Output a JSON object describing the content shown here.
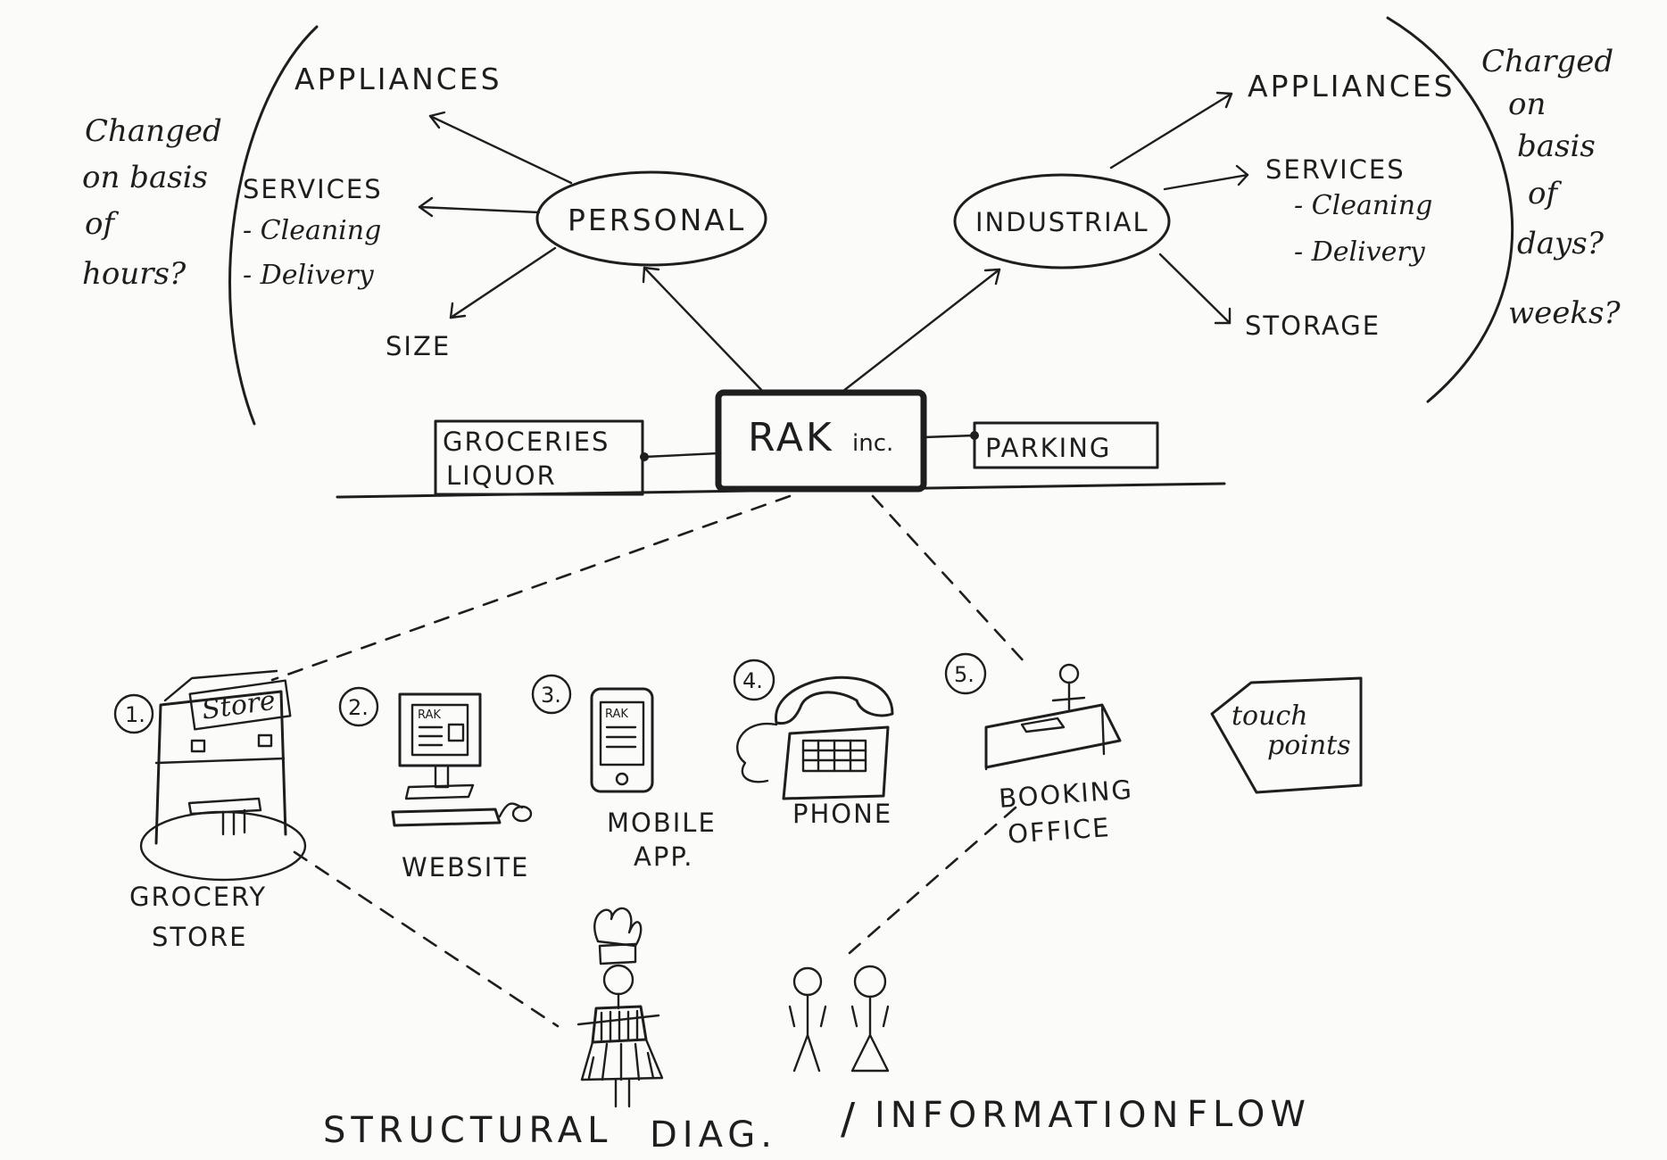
{
  "personal": {
    "label": "PERSONAL",
    "appliances": "APPLIANCES",
    "services": "SERVICES",
    "cleaning": "- Cleaning",
    "delivery": "- Delivery",
    "size": "SIZE",
    "note": [
      "Changed",
      "on basis",
      "of",
      "hours?"
    ]
  },
  "industrial": {
    "label": "INDUSTRIAL",
    "appliances": "APPLIANCES",
    "services": "SERVICES",
    "cleaning": "- Cleaning",
    "delivery": "- Delivery",
    "storage": "STORAGE",
    "note": [
      "Charged",
      "on",
      "basis",
      "of",
      "days?",
      "weeks?"
    ]
  },
  "hub": {
    "name_main": "RAK",
    "name_suffix": "inc.",
    "left_box": [
      "GROCERIES",
      "LIQUOR"
    ],
    "right_box": "PARKING"
  },
  "touchpoints": [
    {
      "number": "1.",
      "label": [
        "GROCERY",
        "STORE"
      ],
      "sign": "Store"
    },
    {
      "number": "2.",
      "label": [
        "WEBSITE"
      ],
      "screen": "RAK"
    },
    {
      "number": "3.",
      "label": [
        "MOBILE",
        "APP."
      ],
      "screen": "RAK"
    },
    {
      "number": "4.",
      "label": [
        "PHONE"
      ]
    },
    {
      "number": "5.",
      "label": [
        "BOOKING",
        "OFFICE"
      ]
    }
  ],
  "touchpoints_note": [
    "touch",
    "points"
  ],
  "footer": {
    "structural": "STRUCTURAL",
    "diag": "DIAG.",
    "slash": "/",
    "information": "INFORMATION",
    "flow": "FLOW"
  }
}
